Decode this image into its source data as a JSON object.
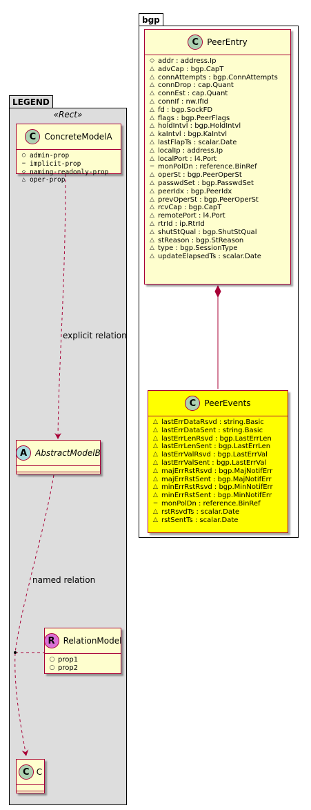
{
  "packages": {
    "legend": {
      "title": "LEGEND",
      "stereotype": "«Rect»"
    },
    "bgp": {
      "title": "bgp"
    }
  },
  "legend": {
    "concrete": {
      "icon": "C",
      "name": "ConcreteModelA",
      "attrs": [
        {
          "vis": "○",
          "text": "admin-prop"
        },
        {
          "vis": "−",
          "text": "implicit-prop"
        },
        {
          "vis": "◇",
          "text": "naming-readonly-prop"
        },
        {
          "vis": "△",
          "text": "oper-prop"
        }
      ]
    },
    "abstract": {
      "icon": "A",
      "name": "AbstractModelB"
    },
    "relation": {
      "icon": "R",
      "name": "RelationModel",
      "attrs": [
        {
          "vis": "○",
          "text": "prop1"
        },
        {
          "vis": "○",
          "text": "prop2"
        }
      ]
    },
    "c": {
      "icon": "C",
      "name": "C"
    },
    "labels": {
      "explicit": "explicit relation",
      "named": "named relation"
    }
  },
  "bgp": {
    "peer_entry": {
      "icon": "C",
      "name": "PeerEntry",
      "attrs": [
        {
          "vis": "◇",
          "text": "addr : address.Ip"
        },
        {
          "vis": "△",
          "text": "advCap : bgp.CapT"
        },
        {
          "vis": "△",
          "text": "connAttempts : bgp.ConnAttempts"
        },
        {
          "vis": "△",
          "text": "connDrop : cap.Quant"
        },
        {
          "vis": "△",
          "text": "connEst : cap.Quant"
        },
        {
          "vis": "△",
          "text": "connIf : nw.IfId"
        },
        {
          "vis": "△",
          "text": "fd : bgp.SockFD"
        },
        {
          "vis": "△",
          "text": "flags : bgp.PeerFlags"
        },
        {
          "vis": "△",
          "text": "holdIntvl : bgp.HoldIntvl"
        },
        {
          "vis": "△",
          "text": "kaIntvl : bgp.KaIntvl"
        },
        {
          "vis": "△",
          "text": "lastFlapTs : scalar.Date"
        },
        {
          "vis": "△",
          "text": "localIp : address.Ip"
        },
        {
          "vis": "△",
          "text": "localPort : l4.Port"
        },
        {
          "vis": "−",
          "text": "monPolDn : reference.BinRef"
        },
        {
          "vis": "△",
          "text": "operSt : bgp.PeerOperSt"
        },
        {
          "vis": "△",
          "text": "passwdSet : bgp.PasswdSet"
        },
        {
          "vis": "△",
          "text": "peerIdx : bgp.PeerIdx"
        },
        {
          "vis": "△",
          "text": "prevOperSt : bgp.PeerOperSt"
        },
        {
          "vis": "△",
          "text": "rcvCap : bgp.CapT"
        },
        {
          "vis": "△",
          "text": "remotePort : l4.Port"
        },
        {
          "vis": "△",
          "text": "rtrId : ip.RtrId"
        },
        {
          "vis": "△",
          "text": "shutStQual : bgp.ShutStQual"
        },
        {
          "vis": "△",
          "text": "stReason : bgp.StReason"
        },
        {
          "vis": "△",
          "text": "type : bgp.SessionType"
        },
        {
          "vis": "△",
          "text": "updateElapsedTs : scalar.Date"
        }
      ]
    },
    "peer_events": {
      "icon": "C",
      "name": "PeerEvents",
      "attrs": [
        {
          "vis": "△",
          "text": "lastErrDataRsvd : string.Basic"
        },
        {
          "vis": "△",
          "text": "lastErrDataSent : string.Basic"
        },
        {
          "vis": "△",
          "text": "lastErrLenRsvd : bgp.LastErrLen"
        },
        {
          "vis": "△",
          "text": "lastErrLenSent : bgp.LastErrLen"
        },
        {
          "vis": "△",
          "text": "lastErrValRsvd : bgp.LastErrVal"
        },
        {
          "vis": "△",
          "text": "lastErrValSent : bgp.LastErrVal"
        },
        {
          "vis": "△",
          "text": "majErrRstRsvd : bgp.MajNotifErr"
        },
        {
          "vis": "△",
          "text": "majErrRstSent : bgp.MajNotifErr"
        },
        {
          "vis": "△",
          "text": "minErrRstRsvd : bgp.MinNotifErr"
        },
        {
          "vis": "△",
          "text": "minErrRstSent : bgp.MinNotifErr"
        },
        {
          "vis": "−",
          "text": "monPolDn : reference.BinRef"
        },
        {
          "vis": "△",
          "text": "rstRsvdTs : scalar.Date"
        },
        {
          "vis": "△",
          "text": "rstSentTs : scalar.Date"
        }
      ]
    }
  }
}
